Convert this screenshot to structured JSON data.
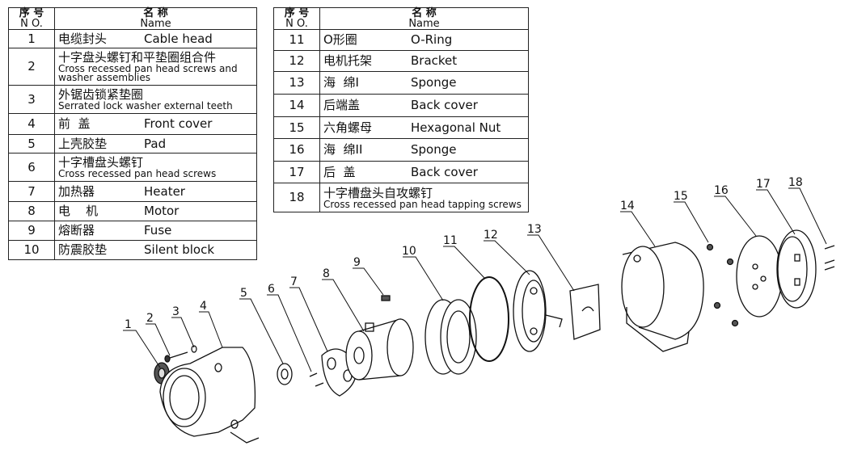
{
  "table_left": {
    "header": {
      "no_zh": "序 号",
      "no_en": "N O.",
      "name_zh": "名 称",
      "name_en": "Name"
    },
    "rows": [
      {
        "no": "1",
        "zh": "电缆封头",
        "en": "Cable head"
      },
      {
        "no": "2",
        "zh": "十字盘头螺钉和平垫圈组合件",
        "en": "Cross recessed pan head screws and washer assemblies"
      },
      {
        "no": "3",
        "zh": "外锯齿锁紧垫圈",
        "en": "Serrated lock washer external teeth"
      },
      {
        "no": "4",
        "zh": "前  盖",
        "en": "Front cover"
      },
      {
        "no": "5",
        "zh": "上壳胶垫",
        "en": "Pad"
      },
      {
        "no": "6",
        "zh": "十字槽盘头螺钉",
        "en": "Cross recessed pan head screws"
      },
      {
        "no": "7",
        "zh": "加热器",
        "en": "Heater"
      },
      {
        "no": "8",
        "zh": "电    机",
        "en": "Motor"
      },
      {
        "no": "9",
        "zh": "熔断器",
        "en": "Fuse"
      },
      {
        "no": "10",
        "zh": "防震胶垫",
        "en": "Silent block"
      }
    ]
  },
  "table_right": {
    "header": {
      "no_zh": "序 号",
      "no_en": "N O.",
      "name_zh": "名 称",
      "name_en": "Name"
    },
    "rows": [
      {
        "no": "11",
        "zh": "O形圈",
        "en": "O-Ring"
      },
      {
        "no": "12",
        "zh": "电机托架",
        "en": "Bracket"
      },
      {
        "no": "13",
        "zh": "海  绵I",
        "en": "Sponge"
      },
      {
        "no": "14",
        "zh": "后端盖",
        "en": "Back cover"
      },
      {
        "no": "15",
        "zh": "六角螺母",
        "en": "Hexagonal Nut"
      },
      {
        "no": "16",
        "zh": "海  绵II",
        "en": "Sponge"
      },
      {
        "no": "17",
        "zh": "后  盖",
        "en": "Back cover"
      },
      {
        "no": "18",
        "zh": "十字槽盘头自攻螺钉",
        "en": "Cross recessed pan head tapping screws"
      }
    ]
  },
  "callouts": [
    "1",
    "2",
    "3",
    "4",
    "5",
    "6",
    "7",
    "8",
    "9",
    "10",
    "11",
    "12",
    "13",
    "14",
    "15",
    "16",
    "17",
    "18"
  ]
}
